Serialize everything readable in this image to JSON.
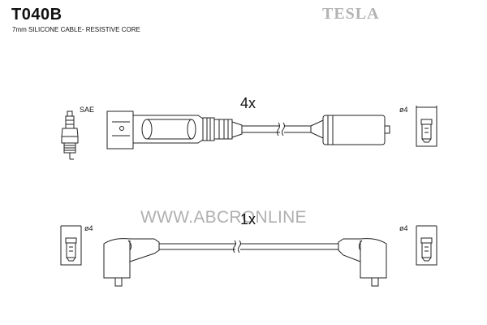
{
  "header": {
    "part_number": "T040B",
    "cable_spec": "7mm SILICONE CABLE- RESISTIVE CORE",
    "brand": "TESLA"
  },
  "cable_long": {
    "quantity": "4x",
    "plug_label": "SAE",
    "diameter_label": "ø4"
  },
  "cable_short": {
    "quantity": "1x",
    "left_diameter_label": "ø4",
    "right_diameter_label": "ø4"
  },
  "watermark": "WWW.ABCRONLINE"
}
